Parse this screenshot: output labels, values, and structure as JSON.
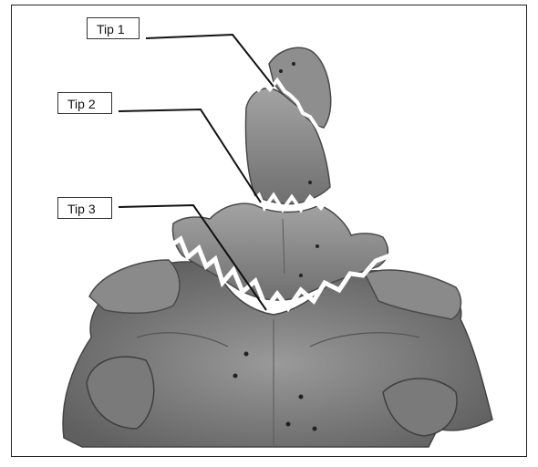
{
  "labels": {
    "tip1": "Tip 1",
    "tip2": "Tip 2",
    "tip3": "Tip 3"
  },
  "colors": {
    "bone": "#8d8d8d",
    "bone_dark": "#5c5c5c",
    "bone_light": "#b2b2b2",
    "fracture_line": "#ffffff",
    "leader_line": "#111111",
    "border": "#222222"
  }
}
